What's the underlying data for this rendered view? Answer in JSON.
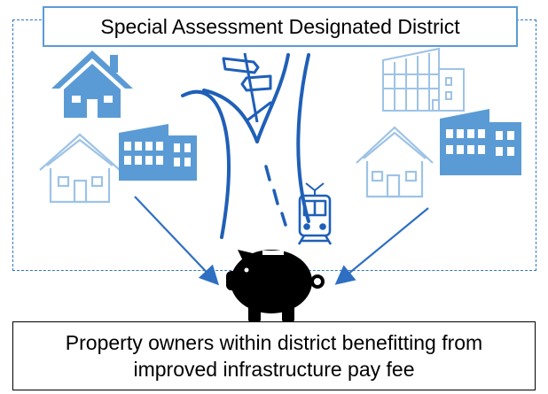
{
  "title": "Special Assessment Designated District",
  "caption": {
    "line1": "Property owners within district benefitting from",
    "line2": "improved infrastructure pay fee"
  },
  "colors": {
    "border": "#2e75c7",
    "title_border": "#5b9bd5",
    "icon_dark": "#5b9bd5",
    "icon_light": "#9dc3e6",
    "road": "#1f5fb8",
    "bank": "#000000"
  },
  "icons": [
    "house-icon",
    "house-outline-icon",
    "factory-icon",
    "office-building-icon",
    "road-icon",
    "signpost-icon",
    "tram-icon",
    "piggy-bank-icon",
    "arrow-icon"
  ]
}
